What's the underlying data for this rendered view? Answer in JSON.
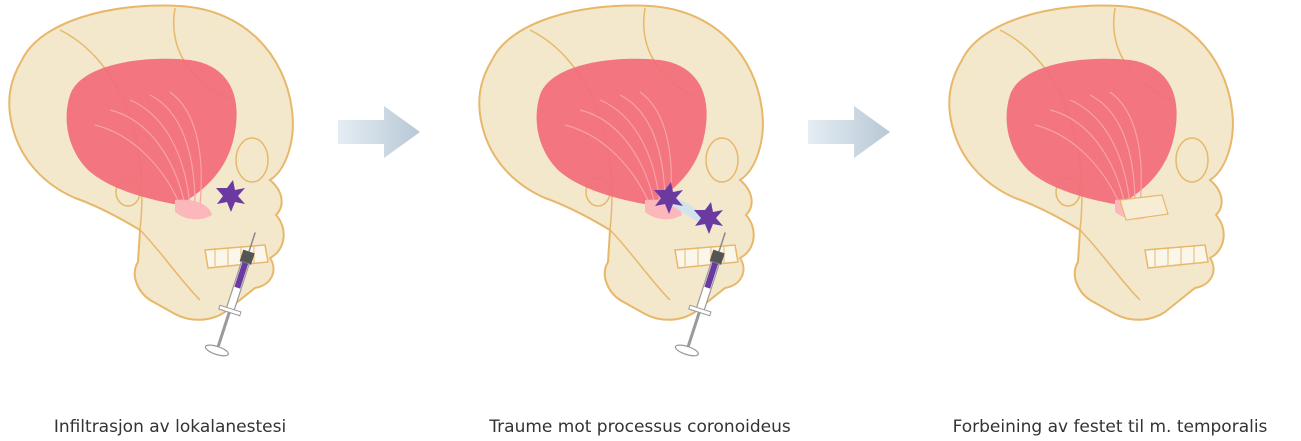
{
  "steps": [
    {
      "caption": "Infiltrasjon av lokalanestesi",
      "syringe": true,
      "trauma": "injection"
    },
    {
      "caption": "Traume mot processus coronoideus",
      "syringe": true,
      "trauma": "coronoid"
    },
    {
      "caption": "Forbeining av festet til m. temporalis",
      "syringe": false,
      "trauma": "none"
    }
  ],
  "colors": {
    "skull_fill": "#f3e7cc",
    "skull_stroke": "#e8b86a",
    "muscle": "#f26b7a",
    "muscle_light": "#fbb7b9",
    "trauma": "#6b3aa0",
    "arrow": "#c4d3de",
    "caption": "#333333"
  },
  "icons": [
    "skull-icon",
    "temporalis-muscle-icon",
    "syringe-icon",
    "trauma-burst-icon",
    "arrow-right-icon"
  ]
}
